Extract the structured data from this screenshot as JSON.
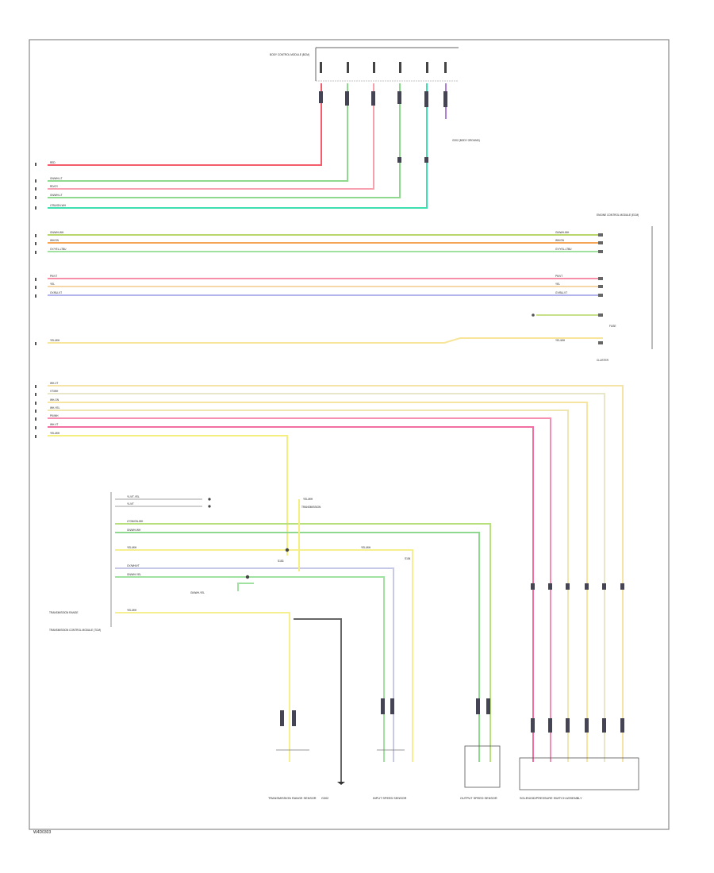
{
  "page_code": "W4D0303",
  "wire_labels": {
    "w1": "RED",
    "w2": "GN/WH-LT",
    "w3": "RD/GY",
    "w4": "GN/WH-LT",
    "w5": "LTBU/GN-WH",
    "w6": "GN/WH-WH",
    "w7": "WH/GN",
    "w8": "GY/YEL-LTBU",
    "w9": "PK/VT",
    "w10": "YEL",
    "w11": "GY/BU-VT",
    "w12": "YEL/WH",
    "w13": "WH-VT",
    "w14": "VT/WH",
    "w15": "WH-GN",
    "w16": "WH-YEL",
    "w17": "PK/WH",
    "w18": "WH-VT",
    "w19": "YEL/WH"
  },
  "tcm_wire_labels": {
    "t1": "YL/VT-YEL",
    "t2": "YL/VT",
    "t3": "LTGN/GN-WH",
    "t4": "GN/WH-WH",
    "t5": "YEL/WH",
    "t6": "GY/WH/VT",
    "t7": "GN/WH-YEL",
    "t8": "YEL/WH",
    "t9": "YEL/WH",
    "t10": "GN/WH-YEL",
    "t11": "YEL/WH"
  },
  "component_labels": {
    "top_connector": "BODY CONTROL MODULE (BCM)",
    "top_ground": "G202 (BODY GROUND)",
    "right_upper": "ENGINE CONTROL MODULE (ECM)",
    "right_mid": "FUSE",
    "right_lower": "CLUSTER",
    "tcm_left": "TRANSMISSION CONTROL MODULE (TCM)",
    "sensor1": "TRANSMISSION RANGE SENSOR",
    "sensor2": "INPUT SPEED SENSOR",
    "sensor3": "OUTPUT SPEED SENSOR",
    "sensor4": "SOLENOID/PRESSURE SWITCH ASSEMBLY",
    "ground_bottom": "G302",
    "splice1": "S153",
    "splice2": "S154",
    "trs_note": "TRANSMISSION",
    "tcm_bot": "TRANSMISSION RANGE"
  }
}
